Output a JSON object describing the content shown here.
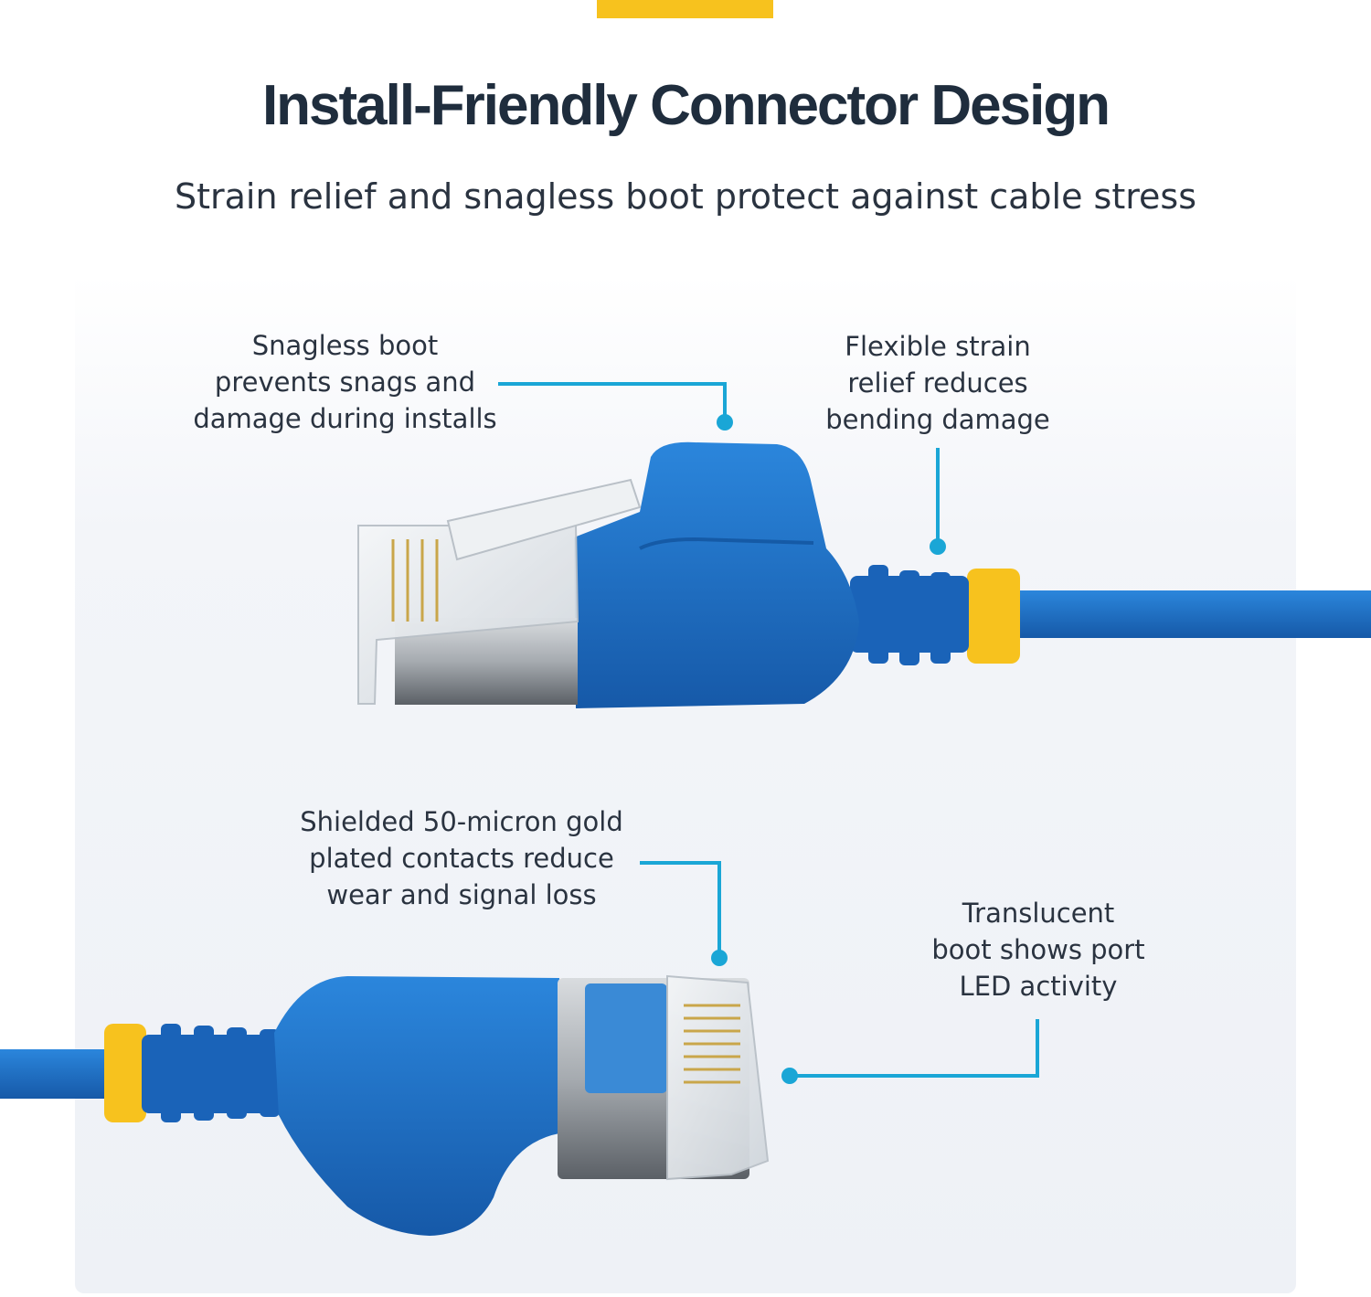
{
  "header": {
    "title": "Install-Friendly Connector Design",
    "subtitle": "Strain relief and snagless boot protect against cable stress"
  },
  "callouts": {
    "snagless_boot": "Snagless boot\nprevents snags and\ndamage during installs",
    "strain_relief": "Flexible strain\nrelief reduces\nbending damage",
    "gold_contacts": "Shielded 50-micron gold\nplated contacts reduce\nwear and signal loss",
    "translucent_boot": "Translucent\nboot shows port\nLED activity"
  },
  "colors": {
    "accent_yellow": "#f7c21e",
    "cable_blue": "#1f6fc4",
    "leader_line": "#1aa6d6",
    "title_text": "#1f2d3d"
  }
}
